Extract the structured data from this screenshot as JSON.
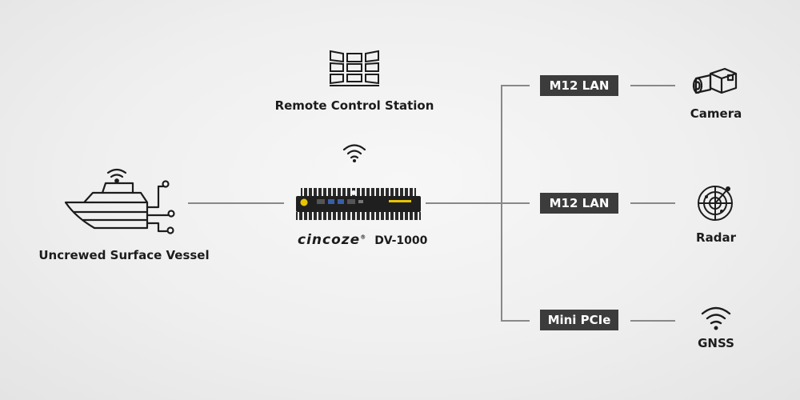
{
  "nodes": {
    "remote_station": "Remote Control Station",
    "vessel": "Uncrewed Surface Vessel",
    "camera": "Camera",
    "radar": "Radar",
    "gnss": "GNSS"
  },
  "device": {
    "brand": "cincoze",
    "trademark": "®",
    "model": "DV-1000"
  },
  "interfaces": {
    "camera": "M12 LAN",
    "radar": "M12 LAN",
    "gnss": "Mini PCIe"
  },
  "colors": {
    "badge_bg": "#3c3c3c",
    "line": "#888888",
    "icon": "#1c1c1c",
    "accent_yellow": "#e8c400"
  }
}
